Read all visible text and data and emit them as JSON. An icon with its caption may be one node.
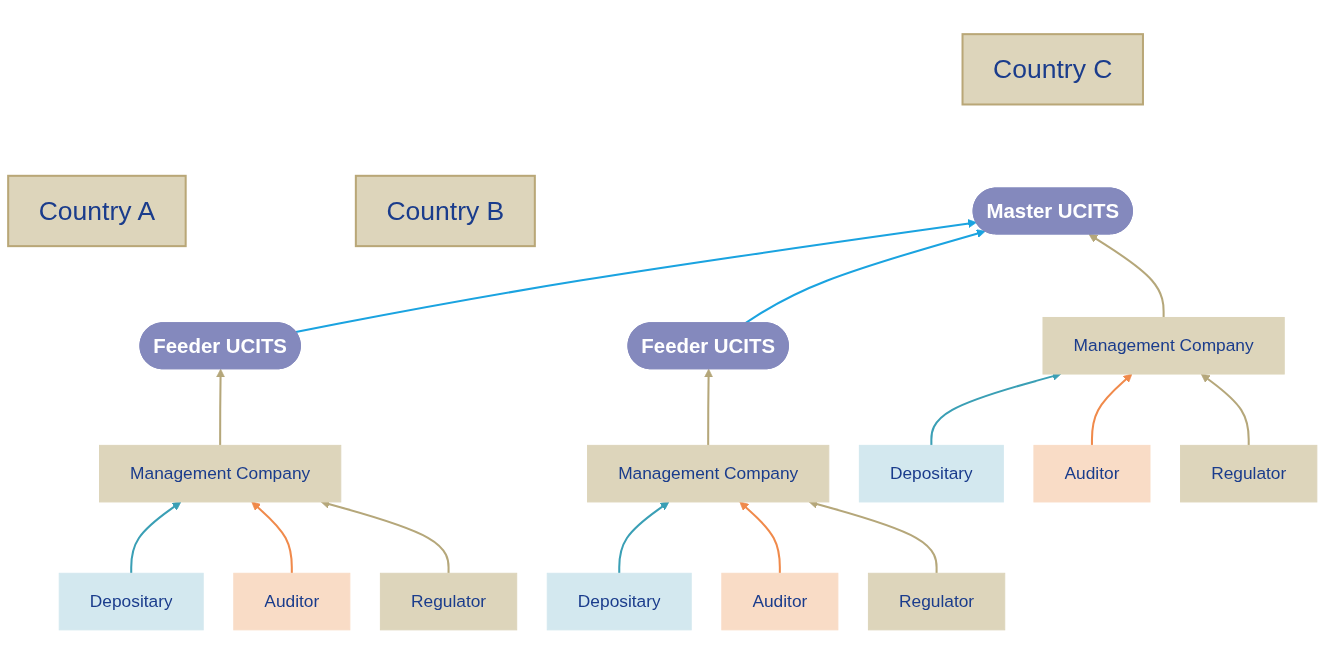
{
  "diagram": {
    "nodes": [
      {
        "text": [
          "Country A"
        ]
      },
      {
        "text": [
          "Country B"
        ]
      },
      {
        "text": [
          "Country C"
        ]
      },
      {
        "text": [
          "Feeder UCITS"
        ]
      },
      {
        "text": [
          "Feeder UCITS"
        ]
      },
      {
        "text": [
          "Master UCITS"
        ]
      },
      {
        "text": [
          "Management Company"
        ]
      },
      {
        "text": [
          "Management Company"
        ]
      },
      {
        "text": [
          "Management Company"
        ]
      },
      {
        "text": [
          "Depositary"
        ]
      },
      {
        "text": [
          "Auditor"
        ]
      },
      {
        "text": [
          "Regulator"
        ]
      },
      {
        "text": [
          "Depositary"
        ]
      },
      {
        "text": [
          "Auditor"
        ]
      },
      {
        "text": [
          "Regulator"
        ]
      },
      {
        "text": [
          "Depositary"
        ]
      },
      {
        "text": [
          "Auditor"
        ]
      },
      {
        "text": [
          "Regulator"
        ]
      }
    ],
    "edges": [
      {
        "from": 3,
        "to": 5,
        "arrow": "to",
        "color": "#1aa3e0"
      },
      {
        "from": 4,
        "to": 5,
        "arrow": "to",
        "color": "#1aa3e0"
      },
      {
        "from": 6,
        "to": 3,
        "arrow": "to"
      },
      {
        "from": 7,
        "to": 4,
        "arrow": "to"
      },
      {
        "from": 8,
        "to": 5,
        "arrow": "to"
      },
      {
        "from": 9,
        "to": 6,
        "arrow": "to",
        "color": "#3a9fb5"
      },
      {
        "from": 10,
        "to": 6,
        "arrow": "to",
        "color": "#f08a4b"
      },
      {
        "from": 11,
        "to": 6,
        "arrow": "to"
      },
      {
        "from": 12,
        "to": 7,
        "arrow": "to",
        "color": "#3a9fb5"
      },
      {
        "from": 13,
        "to": 7,
        "arrow": "to",
        "color": "#f08a4b"
      },
      {
        "from": 14,
        "to": 7,
        "arrow": "to"
      },
      {
        "from": 15,
        "to": 8,
        "arrow": "to",
        "color": "#3a9fb5"
      },
      {
        "from": 16,
        "to": 8,
        "arrow": "to",
        "color": "#f08a4b"
      },
      {
        "from": 17,
        "to": 8,
        "arrow": "to"
      }
    ]
  }
}
